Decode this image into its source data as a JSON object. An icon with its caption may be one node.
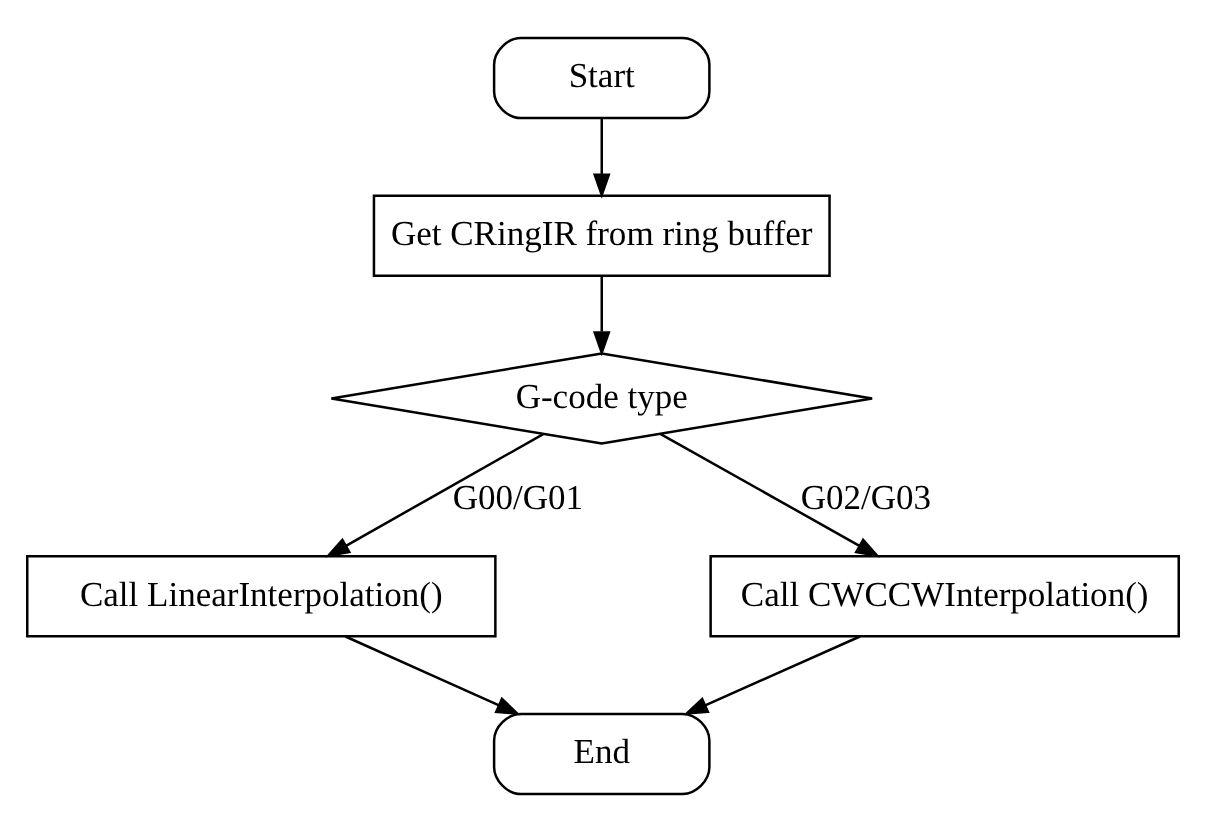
{
  "diagram": {
    "nodes": [
      {
        "text": [
          "Start"
        ]
      },
      {
        "text": [
          "Get CRingIR from ring buffer"
        ]
      },
      {
        "text": [
          "G-code type"
        ]
      },
      {
        "text": [
          "Call LinearInterpolation()"
        ]
      },
      {
        "text": [
          "Call CWCCWInterpolation()"
        ]
      },
      {
        "text": [
          "End"
        ]
      }
    ],
    "edges": [
      {
        "from": 0,
        "to": 1,
        "arrow": "to"
      },
      {
        "from": 1,
        "to": 2,
        "arrow": "to"
      },
      {
        "from": 2,
        "to": 3,
        "arrow": "to",
        "label": "G00/G01"
      },
      {
        "from": 2,
        "to": 4,
        "arrow": "to",
        "label": "G02/G03"
      },
      {
        "from": 3,
        "to": 5,
        "arrow": "to"
      },
      {
        "from": 4,
        "to": 5,
        "arrow": "to"
      }
    ]
  }
}
